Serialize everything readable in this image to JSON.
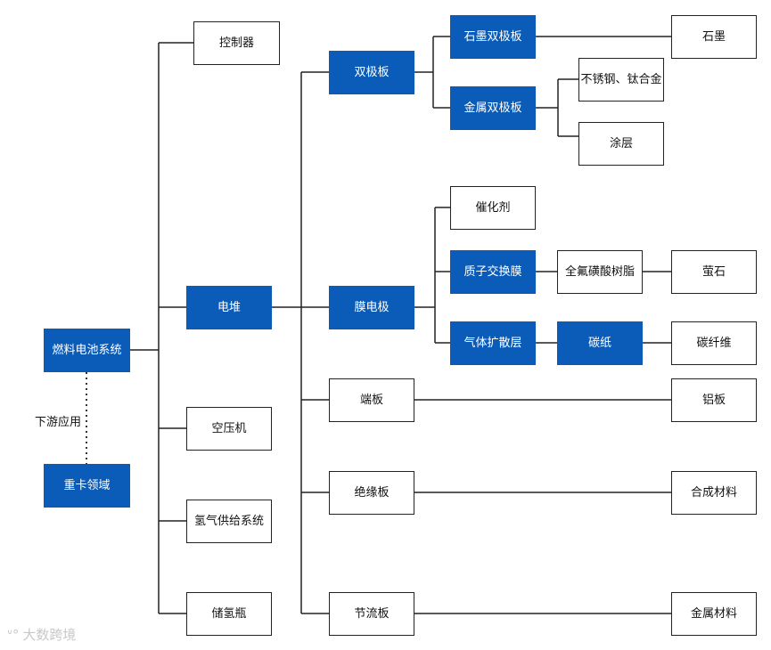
{
  "nodes": {
    "system": "燃料电池系统",
    "truck": "重卡领域",
    "controller": "控制器",
    "stack": "电堆",
    "compressor": "空压机",
    "h2supply": "氢气供给系统",
    "h2tank": "储氢瓶",
    "bipolar": "双极板",
    "mea": "膜电极",
    "endplate": "端板",
    "insulator": "绝缘板",
    "throttle": "节流板",
    "graphite_bp": "石墨双极板",
    "metal_bp": "金属双极板",
    "catalyst": "催化剂",
    "pem": "质子交换膜",
    "gdl": "气体扩散层",
    "graphite": "石墨",
    "steel_ti": "不锈钢、钛合金",
    "coating": "涂层",
    "pfsa": "全氟磺酸树脂",
    "fluorite": "萤石",
    "carbon_paper": "碳纸",
    "carbon_fiber": "碳纤维",
    "aluminum": "铝板",
    "synthetic": "合成材料",
    "metal_material": "金属材料"
  },
  "downstream_label": "下游应用",
  "watermark": "大数跨境",
  "colors": {
    "accent": "#0b5cb8",
    "line": "#222222"
  }
}
